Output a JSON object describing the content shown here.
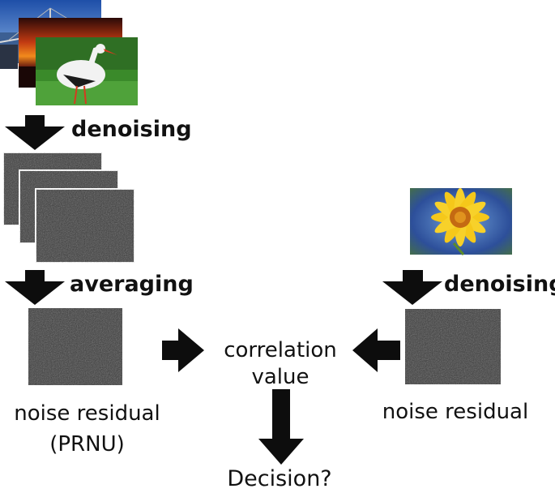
{
  "labels": {
    "denoising_left": "denoising",
    "averaging": "averaging",
    "denoising_right": "denoising",
    "correlation_line1": "correlation",
    "correlation_line2": "value",
    "noise_residual_prnu_line1": "noise residual",
    "noise_residual_prnu_line2": "(PRNU)",
    "noise_residual_right": "noise residual",
    "decision": "Decision?"
  },
  "colors": {
    "arrow": "#0d0d0d",
    "noise_base": "#3a3a3a",
    "text": "#111111"
  },
  "images": [
    {
      "name": "bridge-photo",
      "subject": "bridge at dusk"
    },
    {
      "name": "sunset-photo",
      "subject": "sunset over water"
    },
    {
      "name": "stork-photo",
      "subject": "stork on grass"
    },
    {
      "name": "flower-photo",
      "subject": "yellow flower"
    }
  ]
}
